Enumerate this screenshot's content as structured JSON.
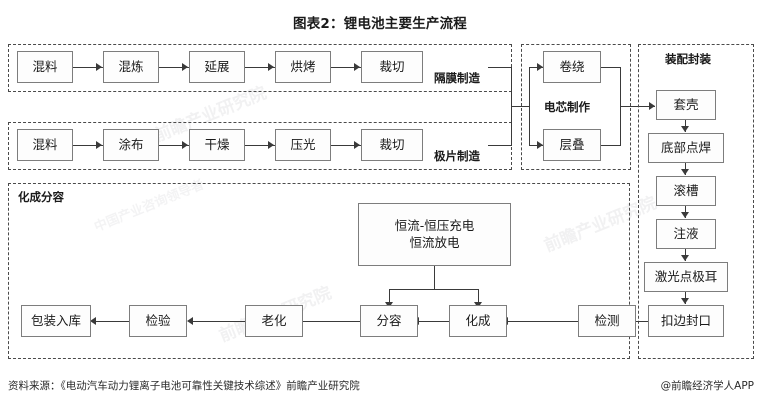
{
  "title": "图表2：锂电池主要生产流程",
  "groups": {
    "separator": {
      "label": "隔膜制造"
    },
    "electrode": {
      "label": "极片制造"
    },
    "cell": {
      "label": "电芯制作"
    },
    "assembly": {
      "label": "装配封装"
    },
    "formation": {
      "label": "化成分容"
    }
  },
  "separator_steps": [
    {
      "label": "混料"
    },
    {
      "label": "混炼"
    },
    {
      "label": "延展"
    },
    {
      "label": "烘烤"
    },
    {
      "label": "裁切"
    }
  ],
  "electrode_steps": [
    {
      "label": "混料"
    },
    {
      "label": "涂布"
    },
    {
      "label": "干燥"
    },
    {
      "label": "压光"
    },
    {
      "label": "裁切"
    }
  ],
  "cell_steps": [
    {
      "label": "卷绕"
    },
    {
      "label": "层叠"
    }
  ],
  "assembly_steps": [
    {
      "label": "套壳"
    },
    {
      "label": "底部点焊"
    },
    {
      "label": "滚槽"
    },
    {
      "label": "注液"
    },
    {
      "label": "激光点极耳"
    },
    {
      "label": "扣边封口"
    }
  ],
  "formation_charge": {
    "line1": "恒流-恒压充电",
    "line2": "恒流放电"
  },
  "formation_steps": [
    {
      "label": "包装入库"
    },
    {
      "label": "检验"
    },
    {
      "label": "老化"
    },
    {
      "label": "分容"
    },
    {
      "label": "化成"
    },
    {
      "label": "检测"
    }
  ],
  "watermarks": [
    {
      "text": "前瞻产业研究院"
    },
    {
      "text": "中国产业咨询领导者"
    },
    {
      "text": "前瞻产业研究院"
    },
    {
      "text": "前瞻产业研究院"
    }
  ],
  "footer": {
    "source": "资料来源：《电动汽车动力锂离子电池可靠性关键技术综述》前瞻产业研究院",
    "credit": "@前瞻经济学人APP"
  },
  "colors": {
    "box_border": "#7d7d7d",
    "group_border": "#4a4a4a",
    "connector": "#3a3a3a",
    "text": "#1a1a1a"
  }
}
